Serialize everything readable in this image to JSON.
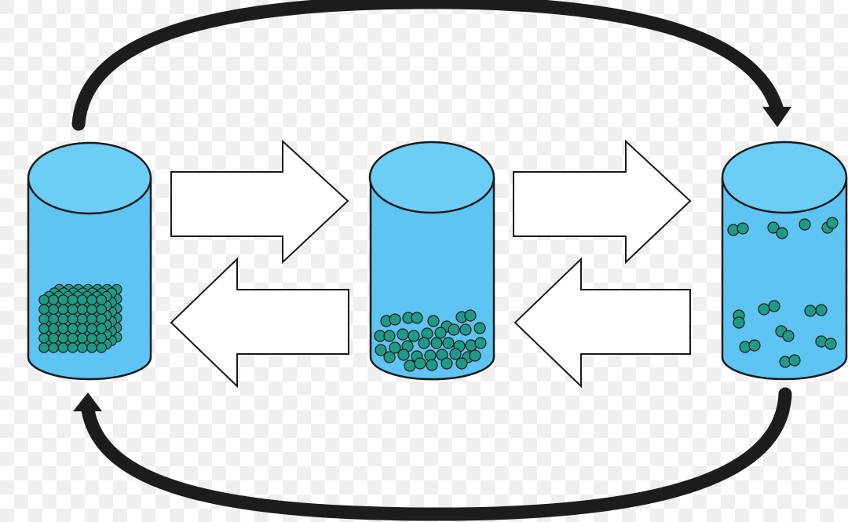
{
  "diagram": {
    "description_free": true,
    "colors": {
      "liquid": "#5ec4f3",
      "liquid_top": "#6ccdf5",
      "particle": "#1f9a86",
      "outline": "#1a1a1a",
      "loop_arrow": "#1c1c1c",
      "block_arrow_fill": "#ffffff",
      "checker_light": "#ffffff",
      "checker_dark": "#efefef"
    },
    "containers": [
      {
        "id": "left",
        "particle_arrangement": "lattice"
      },
      {
        "id": "middle",
        "particle_arrangement": "packed-bottom"
      },
      {
        "id": "right",
        "particle_arrangement": "dispersed"
      }
    ],
    "arrows": [
      {
        "from": "left",
        "to": "middle",
        "style": "outlined-block"
      },
      {
        "from": "middle",
        "to": "left",
        "style": "outlined-block"
      },
      {
        "from": "middle",
        "to": "right",
        "style": "outlined-block"
      },
      {
        "from": "right",
        "to": "middle",
        "style": "outlined-block"
      },
      {
        "from": "left",
        "to": "right",
        "style": "curved-loop"
      },
      {
        "from": "right",
        "to": "left",
        "style": "curved-loop"
      }
    ]
  }
}
